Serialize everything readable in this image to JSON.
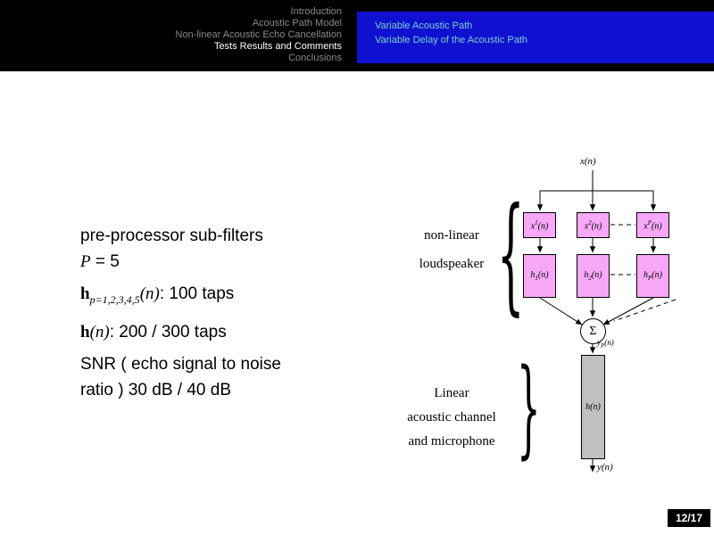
{
  "colors": {
    "header_blue": "#1010d0",
    "nav_inactive": "#8a8a8a",
    "nav_active": "#ffffff",
    "subnav_text": "#76d0d0",
    "box_pink": "#f8a8f8",
    "box_gray": "#c0c0c0",
    "footer_bg": "#000000",
    "footer_text": "#ffffff"
  },
  "header": {
    "sections": [
      {
        "label": "Introduction",
        "active": false
      },
      {
        "label": "Acoustic Path Model",
        "active": false
      },
      {
        "label": "Non-linear Acoustic Echo Cancellation",
        "active": false
      },
      {
        "label": "Tests Results and Comments",
        "active": true
      },
      {
        "label": "Conclusions",
        "active": false
      }
    ],
    "subsections": [
      "Variable Acoustic Path",
      "Variable Delay of the Acoustic Path"
    ]
  },
  "content": {
    "item1_line1": "pre-processor sub-filters",
    "item1_p": "P",
    "item1_eq": " = 5",
    "item2_h": "h",
    "item2_sub": "p=1,2,3,4,5",
    "item2_arg": "(n)",
    "item2_rest": ": 100 taps",
    "item3_h": "h",
    "item3_arg": "(n)",
    "item3_rest": ": 200 / 300 taps",
    "item4_line1": "SNR ( echo signal to noise",
    "item4_line2": "ratio ) 30 dB / 40 dB"
  },
  "diagram": {
    "input": "x(n)",
    "row1": [
      {
        "base": "x",
        "sup": "1",
        "arg": "(n)"
      },
      {
        "base": "x",
        "sup": "2",
        "arg": "(n)"
      },
      {
        "base": "x",
        "sup": "P",
        "arg": "(n)"
      }
    ],
    "row2": [
      {
        "base": "h",
        "sub": "1",
        "arg": "(n)"
      },
      {
        "base": "h",
        "sub": "2",
        "arg": "(n)"
      },
      {
        "base": "h",
        "sub": "P",
        "arg": "(n)"
      }
    ],
    "sum": "Σ",
    "sum_out_base": "y",
    "sum_out_sub": "P",
    "sum_out_arg": "(n)",
    "channel_label": "h(n)",
    "output": "y(n)",
    "group_top": [
      "non-linear",
      "loudspeaker"
    ],
    "group_bottom": [
      "Linear",
      "acoustic channel",
      "and microphone"
    ],
    "brace_top": "{",
    "brace_bottom": "}"
  },
  "footer": {
    "page": "12/17"
  }
}
